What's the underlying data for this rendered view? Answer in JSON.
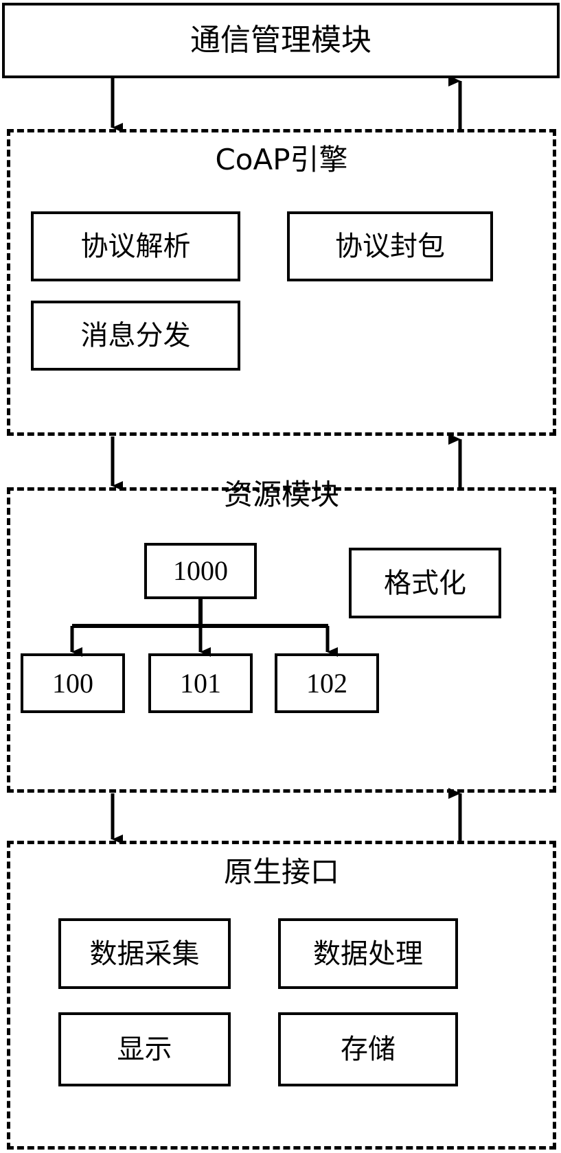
{
  "diagram": {
    "title_top": "通信管理模块",
    "groups": [
      {
        "id": "coap-engine",
        "title": "CoAP引擎",
        "boxes": [
          {
            "id": "protocol-parse",
            "label": "协议解析"
          },
          {
            "id": "protocol-encapsulate",
            "label": "协议封包"
          },
          {
            "id": "message-dispatch",
            "label": "消息分发"
          }
        ]
      },
      {
        "id": "resource-module",
        "title": "资源模块",
        "boxes": [
          {
            "id": "resource-root",
            "label": "1000"
          },
          {
            "id": "resource-100",
            "label": "100"
          },
          {
            "id": "resource-101",
            "label": "101"
          },
          {
            "id": "resource-102",
            "label": "102"
          },
          {
            "id": "formatting",
            "label": "格式化"
          }
        ]
      },
      {
        "id": "native-interface",
        "title": "原生接口",
        "boxes": [
          {
            "id": "data-acquisition",
            "label": "数据采集"
          },
          {
            "id": "data-processing",
            "label": "数据处理"
          },
          {
            "id": "display",
            "label": "显示"
          },
          {
            "id": "storage",
            "label": "存储"
          }
        ]
      }
    ],
    "colors": {
      "line": "#000000",
      "background": "#ffffff",
      "text": "#000000"
    }
  }
}
